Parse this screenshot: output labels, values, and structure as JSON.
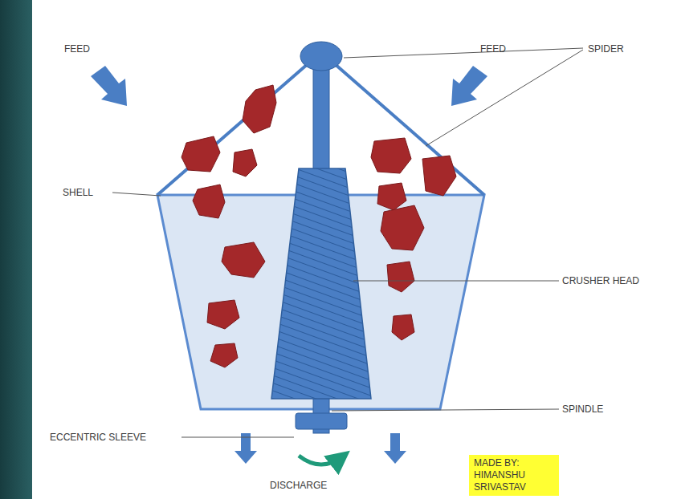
{
  "diagram": {
    "nodes": [
      {
        "text": [
          "MADE BY: HIMANSHU SRIVASTAV"
        ]
      }
    ],
    "labels": [
      "FEED",
      "FEED",
      "SPIDER",
      "SHELL",
      "CRUSHER HEAD",
      "SPINDLE",
      "ECCENTRIC SLEEVE",
      "DISCHARGE"
    ]
  }
}
